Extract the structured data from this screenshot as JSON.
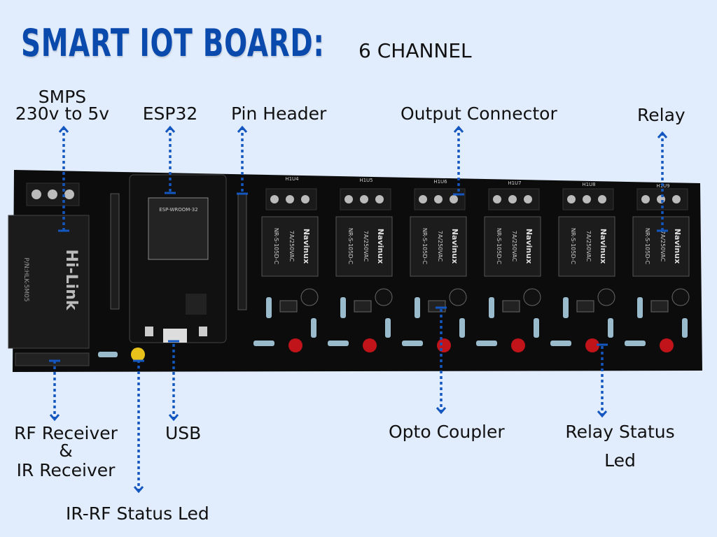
{
  "header": {
    "title": "SMART IOT BOARD:",
    "subtitle": "6 CHANNEL"
  },
  "colors": {
    "background": "#e1ecfd",
    "title": "#0b4aad",
    "arrow": "#1557c0",
    "board": "#0c0c0c",
    "led_red": "#c0141a",
    "led_yellow": "#e8c21a"
  },
  "labels": {
    "smps_line1": "SMPS",
    "smps_line2": "230v to 5v",
    "esp32": "ESP32",
    "pin_header": "Pin Header",
    "output_connector": "Output Connector",
    "relay": "Relay",
    "rf_line1": "RF Receiver",
    "rf_line2": "&",
    "rf_line3": "IR Receiver",
    "ir_rf_led": "IR-RF Status Led",
    "usb": "USB",
    "opto": "Opto Coupler",
    "relay_led_line1": "Relay Status",
    "relay_led_line2": "Led"
  },
  "board": {
    "smps_brand": "Hi-Link",
    "smps_part": "P/N:HLK-5M05",
    "esp_module": "ESP-WROOM-32",
    "relay_brand": "Navinux",
    "relay_rating": "7A/250VAC",
    "relay_part": "NR-S-105D-C",
    "channels": [
      "U4",
      "U5",
      "U6",
      "U7",
      "U8",
      "U9"
    ]
  }
}
